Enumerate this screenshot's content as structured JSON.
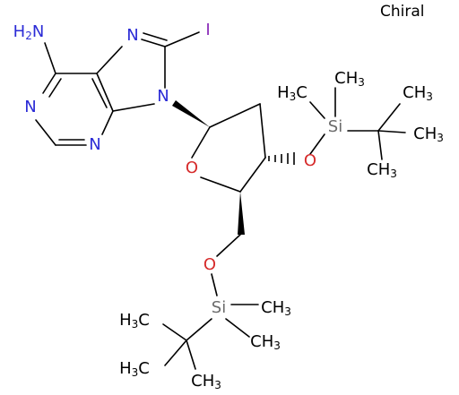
{
  "chiral_label": "Chiral",
  "colors": {
    "bond": "#000000",
    "nitrogen": "#2b2bd6",
    "oxygen": "#d62b2b",
    "iodine": "#8b2bb8",
    "silicon": "#6b6b6b",
    "carbon": "#000000"
  },
  "atoms": {
    "amine_h2n": "H2N",
    "n_pyr_top": "N",
    "n_pyr_bottom": "N",
    "n7": "N",
    "n9": "N",
    "iodine": "I",
    "ring_o": "O",
    "o3": "O",
    "o5": "O",
    "si_top": "Si",
    "si_bottom": "Si",
    "h3c_top_left": "H3C",
    "ch3_top_upper": "CH3",
    "ch3_top_t1": "CH3",
    "ch3_top_t2": "CH3",
    "ch3_top_t3": "CH3",
    "ch3_bottom_right1": "CH3",
    "ch3_bottom_right2": "CH3",
    "h3c_bottom_t1": "H3C",
    "h3c_bottom_t2": "H3C",
    "ch3_bottom_t3": "CH3"
  }
}
